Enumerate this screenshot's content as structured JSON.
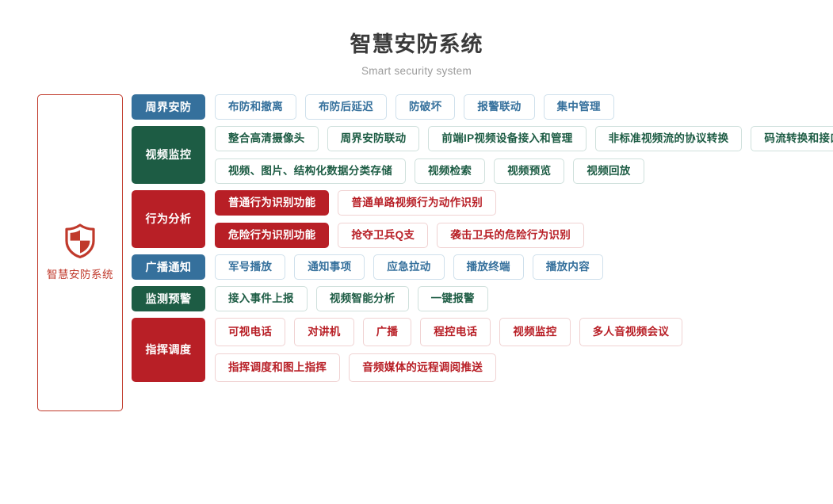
{
  "header": {
    "title": "智慧安防系统",
    "subtitle": "Smart security system"
  },
  "sidebar": {
    "icon": "shield-icon",
    "label": "智慧安防系统",
    "border_color": "#c0392b",
    "text_color": "#c0392b"
  },
  "colors": {
    "blue": "#35709c",
    "green": "#1d5c44",
    "red": "#b81f26",
    "title": "#3a3a3a",
    "subtitle": "#9a9a9a"
  },
  "groups": [
    {
      "category": "周界安防",
      "color": "blue",
      "lines": [
        [
          "布防和撤离",
          "布防后延迟",
          "防破坏",
          "报警联动",
          "集中管理"
        ]
      ]
    },
    {
      "category": "视频监控",
      "color": "green",
      "lines": [
        [
          "整合高清摄像头",
          "周界安防联动",
          "前端IP视频设备接入和管理",
          "非标准视频流的协议转换",
          "码流转换和接口转换"
        ],
        [
          "视频、图片、结构化数据分类存储",
          "视频检索",
          "视频预览",
          "视频回放"
        ]
      ]
    },
    {
      "category": "行为分析",
      "color": "red",
      "lines": [
        [
          "普通行为识别功能",
          "普通单路视频行为动作识别"
        ],
        [
          "危险行为识别功能",
          "抢夺卫兵Q支",
          "袭击卫兵的危险行为识别"
        ]
      ],
      "filled_first": true
    },
    {
      "category": "广播通知",
      "color": "blue",
      "lines": [
        [
          "军号播放",
          "通知事项",
          "应急拉动",
          "播放终端",
          "播放内容"
        ]
      ]
    },
    {
      "category": "监测预警",
      "color": "green",
      "lines": [
        [
          "接入事件上报",
          "视频智能分析",
          "一键报警"
        ]
      ]
    },
    {
      "category": "指挥调度",
      "color": "red",
      "lines": [
        [
          "可视电话",
          "对讲机",
          "广播",
          "程控电话",
          "视频监控",
          "多人音视频会议"
        ],
        [
          "指挥调度和图上指挥",
          "音频媒体的远程调阅推送"
        ]
      ]
    }
  ]
}
